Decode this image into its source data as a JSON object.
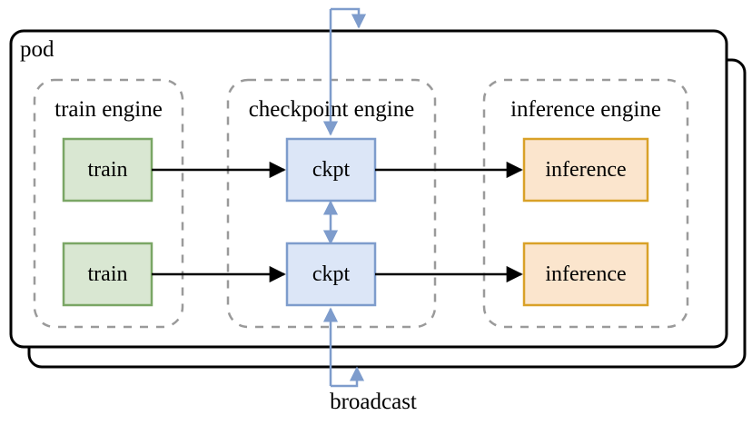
{
  "diagram": {
    "title": "pod",
    "type": "architecture-diagram",
    "pod": {
      "label": "pod",
      "stacked_copies": 2
    },
    "groups": [
      {
        "id": "train-engine",
        "label": "train engine"
      },
      {
        "id": "checkpoint-engine",
        "label": "checkpoint engine"
      },
      {
        "id": "inference-engine",
        "label": "inference engine"
      }
    ],
    "nodes": [
      {
        "id": "train-1",
        "label": "train",
        "group": "train-engine",
        "row": 1,
        "color": "#d9e7d2",
        "border": "#7aa665"
      },
      {
        "id": "train-2",
        "label": "train",
        "group": "train-engine",
        "row": 2,
        "color": "#d9e7d2",
        "border": "#7aa665"
      },
      {
        "id": "ckpt-1",
        "label": "ckpt",
        "group": "checkpoint-engine",
        "row": 1,
        "color": "#dce6f7",
        "border": "#7e9ccc"
      },
      {
        "id": "ckpt-2",
        "label": "ckpt",
        "group": "checkpoint-engine",
        "row": 2,
        "color": "#dce6f7",
        "border": "#7e9ccc"
      },
      {
        "id": "inference-1",
        "label": "inference",
        "group": "inference-engine",
        "row": 1,
        "color": "#fbe5cd",
        "border": "#d9a128"
      },
      {
        "id": "inference-2",
        "label": "inference",
        "group": "inference-engine",
        "row": 2,
        "color": "#fbe5cd",
        "border": "#d9a128"
      }
    ],
    "edges": [
      {
        "from": "train-1",
        "to": "ckpt-1",
        "color": "#000000",
        "style": "solid"
      },
      {
        "from": "train-2",
        "to": "ckpt-2",
        "color": "#000000",
        "style": "solid"
      },
      {
        "from": "ckpt-1",
        "to": "inference-1",
        "color": "#000000",
        "style": "solid"
      },
      {
        "from": "ckpt-2",
        "to": "inference-2",
        "color": "#000000",
        "style": "solid"
      },
      {
        "from": "ckpt-2",
        "to": "ckpt-1",
        "color": "#7e9ccc",
        "style": "solid",
        "bidirectional": true
      }
    ],
    "broadcast": {
      "label": "broadcast",
      "color": "#7e9ccc"
    },
    "colors": {
      "background": "#ffffff",
      "pod_border": "#000000",
      "group_border": "#9a9a9a",
      "arrow": "#000000",
      "broadcast_arrow": "#7e9ccc",
      "train_fill": "#d9e7d2",
      "train_border": "#7aa665",
      "ckpt_fill": "#dce6f7",
      "ckpt_border": "#7e9ccc",
      "inference_fill": "#fbe5cd",
      "inference_border": "#d9a128"
    }
  }
}
